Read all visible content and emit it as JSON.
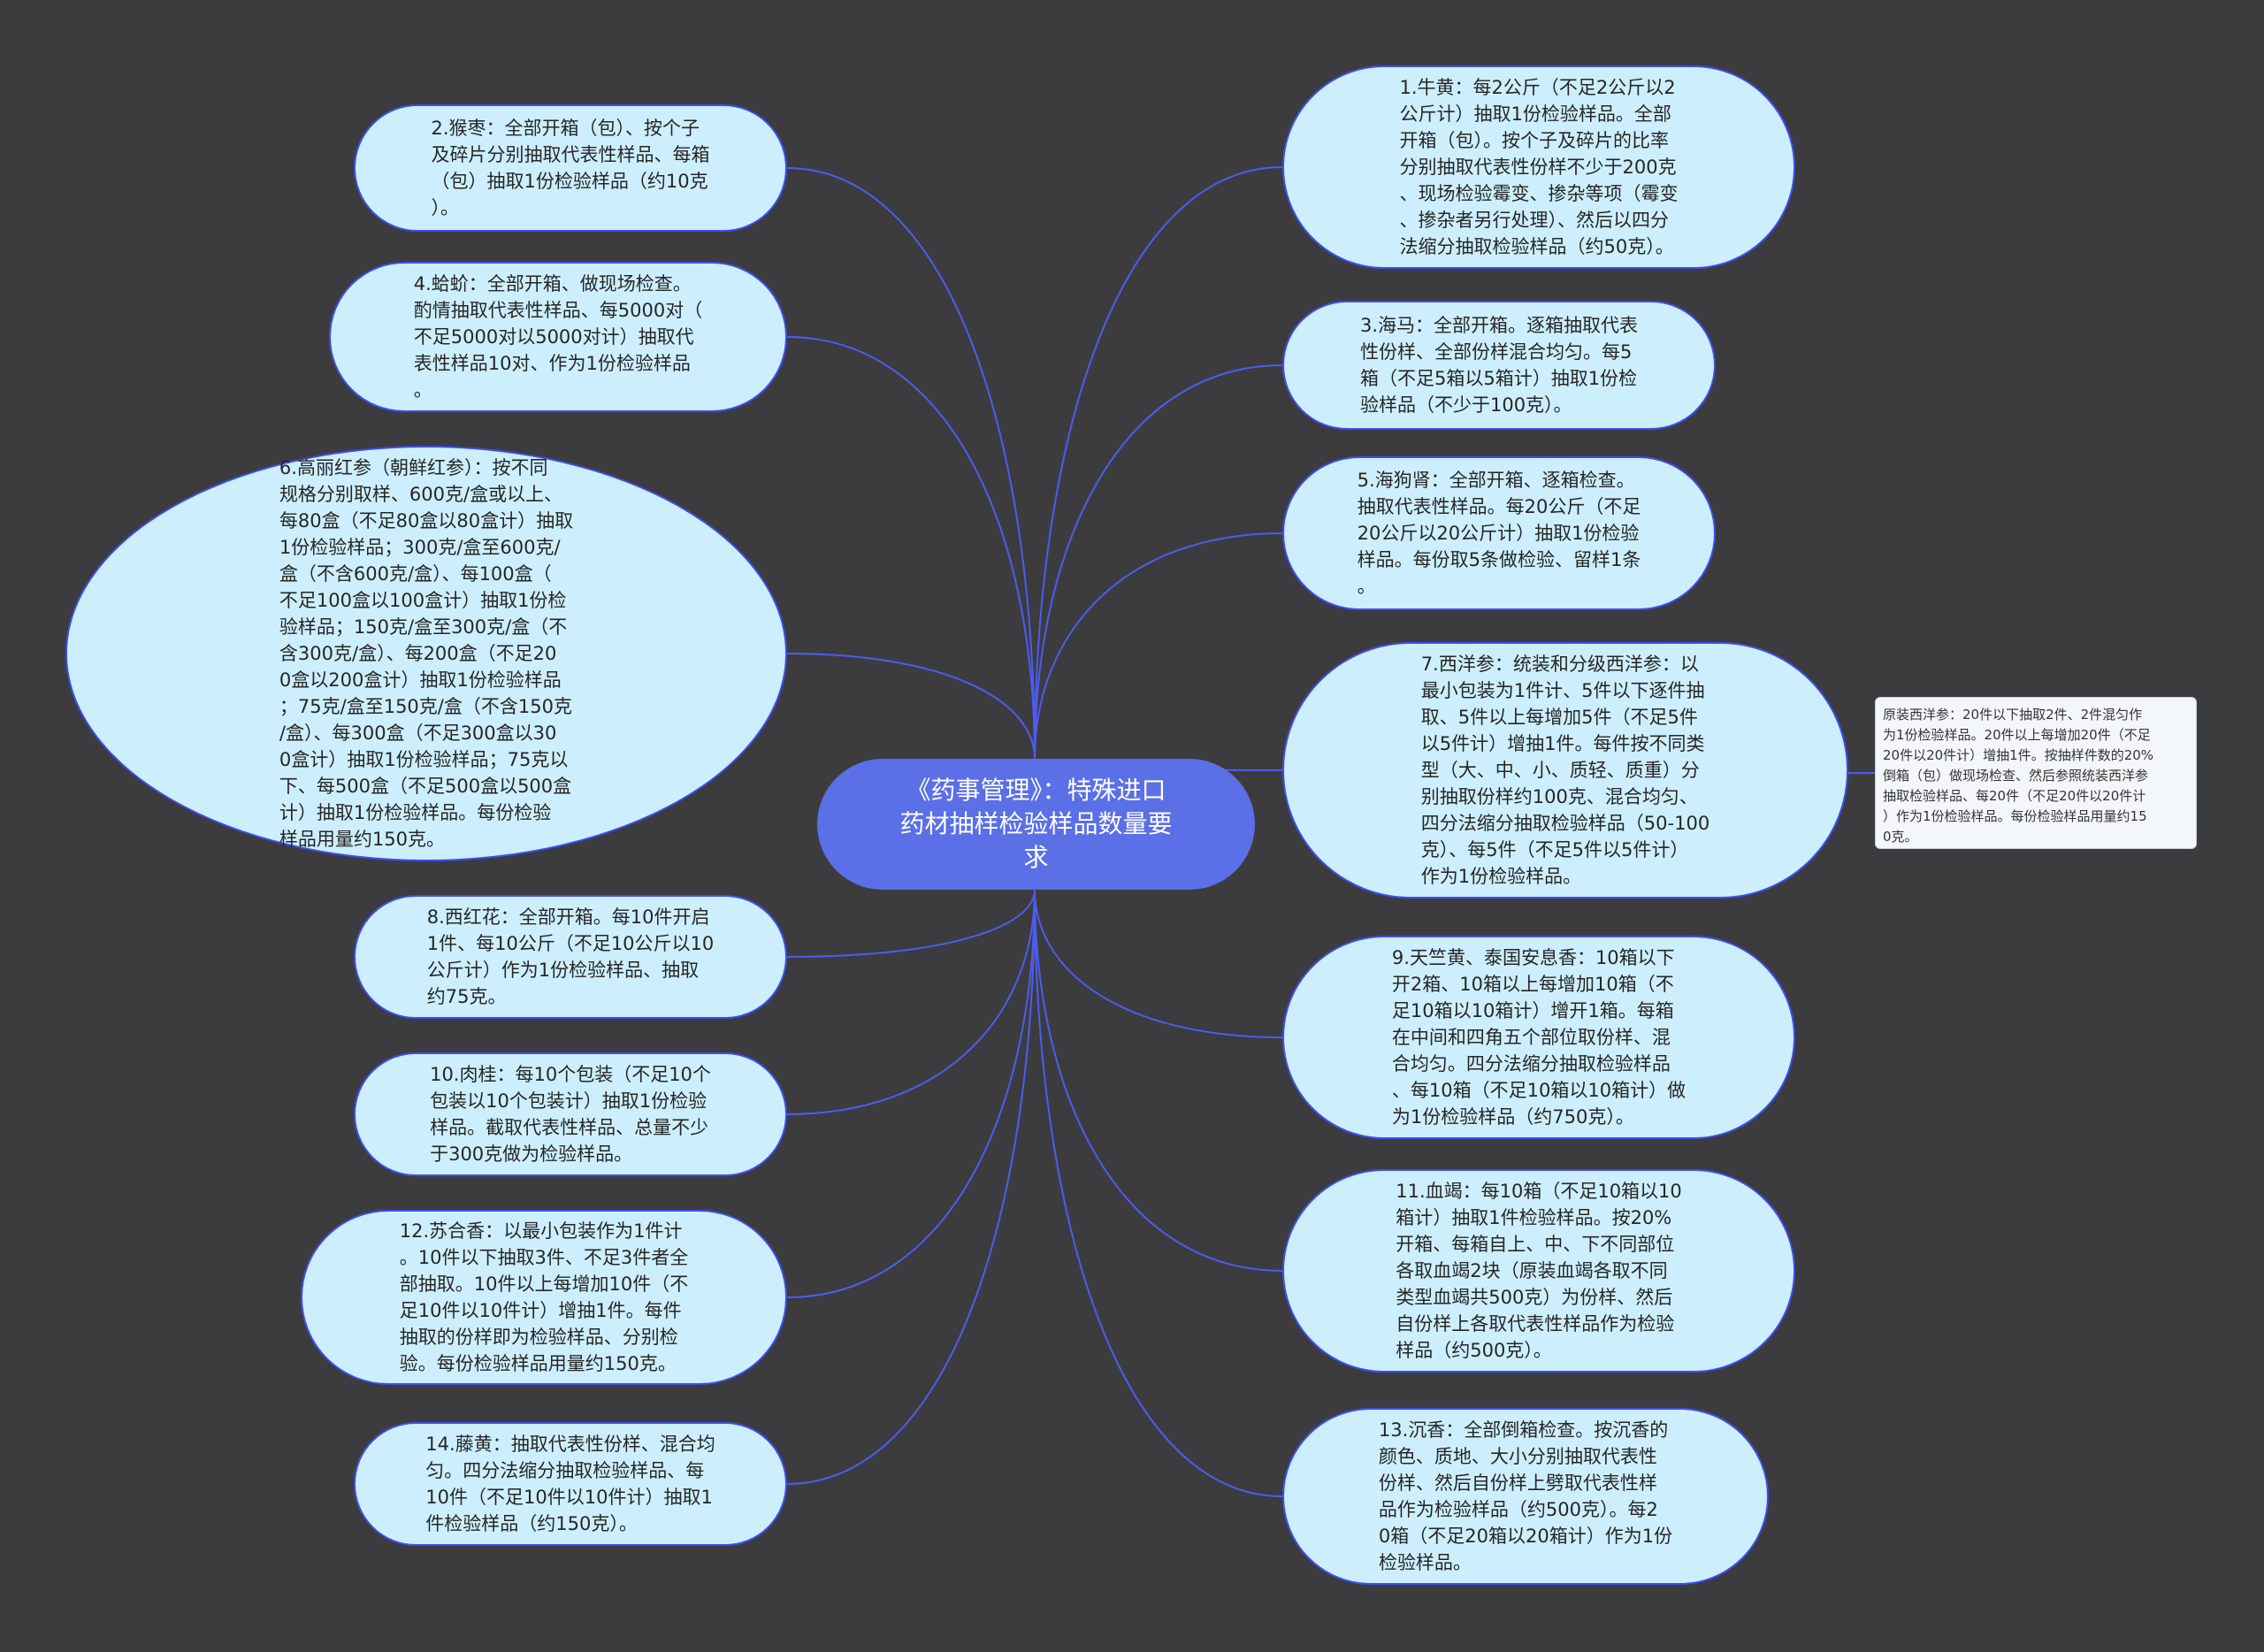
{
  "center": {
    "text": "《药事管理》：特殊进口\n药材抽样检验样品数量要\n求"
  },
  "nodes": [
    {
      "text": "1.牛黄：每2公斤（不足2公斤以2\n公斤计）抽取1份检验样品。全部\n开箱（包）。按个子及碎片的比率\n分别抽取代表性份样不少于200克\n、现场检验霉变、掺杂等项（霉变\n、掺杂者另行处理）、然后以四分\n法缩分抽取检验样品（约50克）。"
    },
    {
      "text": "2.猴枣：全部开箱（包）、按个子\n及碎片分别抽取代表性样品、每箱\n（包）抽取1份检验样品（约10克\n）。"
    },
    {
      "text": "3.海马：全部开箱。逐箱抽取代表\n性份样、全部份样混合均匀。每5\n箱（不足5箱以5箱计）抽取1份检\n验样品（不少于100克）。"
    },
    {
      "text": "4.蛤蚧：全部开箱、做现场检查。\n酌情抽取代表性样品、每5000对（\n不足5000对以5000对计）抽取代\n表性样品10对、作为1份检验样品\n。"
    },
    {
      "text": "5.海狗肾：全部开箱、逐箱检查。\n抽取代表性样品。每20公斤（不足\n20公斤以20公斤计）抽取1份检验\n样品。每份取5条做检验、留样1条\n。"
    },
    {
      "text": "6.高丽红参（朝鲜红参）：按不同\n规格分别取样、600克/盒或以上、\n每80盒（不足80盒以80盒计）抽取\n1份检验样品；300克/盒至600克/\n盒（不含600克/盒）、每100盒（\n不足100盒以100盒计）抽取1份检\n验样品；150克/盒至300克/盒（不\n含300克/盒）、每200盒（不足20\n0盒以200盒计）抽取1份检验样品\n；75克/盒至150克/盒（不含150克\n/盒）、每300盒（不足300盒以30\n0盒计）抽取1份检验样品；75克以\n下、每500盒（不足500盒以500盒\n计）抽取1份检验样品。每份检验\n样品用量约150克。"
    },
    {
      "text": "7.西洋参：统装和分级西洋参：以\n最小包装为1件计、5件以下逐件抽\n取、5件以上每增加5件（不足5件\n以5件计）增抽1件。每件按不同类\n型（大、中、小、质轻、质重）分\n别抽取份样约100克、混合均匀、\n四分法缩分抽取检验样品（50-100\n克）、每5件（不足5件以5件计）\n作为1份检验样品。"
    },
    {
      "text": "8.西红花：全部开箱。每10件开启\n1件、每10公斤（不足10公斤以10\n公斤计）作为1份检验样品、抽取\n约75克。"
    },
    {
      "text": "9.天竺黄、泰国安息香：10箱以下\n开2箱、10箱以上每增加10箱（不\n足10箱以10箱计）增开1箱。每箱\n在中间和四角五个部位取份样、混\n合均匀。四分法缩分抽取检验样品\n、每10箱（不足10箱以10箱计）做\n为1份检验样品（约750克）。"
    },
    {
      "text": "10.肉桂：每10个包装（不足10个\n包装以10个包装计）抽取1份检验\n样品。截取代表性样品、总量不少\n于300克做为检验样品。"
    },
    {
      "text": "11.血竭：每10箱（不足10箱以10\n箱计）抽取1件检验样品。按20%\n开箱、每箱自上、中、下不同部位\n各取血竭2块（原装血竭各取不同\n类型血竭共500克）为份样、然后\n自份样上各取代表性样品作为检验\n样品（约500克）。"
    },
    {
      "text": "12.苏合香：以最小包装作为1件计\n。10件以下抽取3件、不足3件者全\n部抽取。10件以上每增加10件（不\n足10件以10件计）增抽1件。每件\n抽取的份样即为检验样品、分别检\n验。每份检验样品用量约150克。"
    },
    {
      "text": "13.沉香：全部倒箱检查。按沉香的\n颜色、质地、大小分别抽取代表性\n份样、然后自份样上劈取代表性样\n品作为检验样品（约500克）。每2\n0箱（不足20箱以20箱计）作为1份\n检验样品。"
    },
    {
      "text": "14.藤黄：抽取代表性份样、混合均\n匀。四分法缩分抽取检验样品、每\n10件（不足10件以10件计）抽取1\n件检验样品（约150克）。"
    }
  ],
  "note": {
    "text": "原装西洋参：20件以下抽取2件、2件混匀作\n为1份检验样品。20件以上每增加20件（不足\n20件以20件计）增抽1件。按抽样件数的20%\n倒箱（包）做现场检查、然后参照统装西洋参\n抽取检验样品、每20件（不足20件以20件计\n）作为1份检验样品。每份检验样品用量约15\n0克。"
  },
  "colors": {
    "line": "#4d5cf0",
    "center": "#5b6fe6",
    "leaf": "#cdeffd",
    "background": "#3c3c3e"
  }
}
